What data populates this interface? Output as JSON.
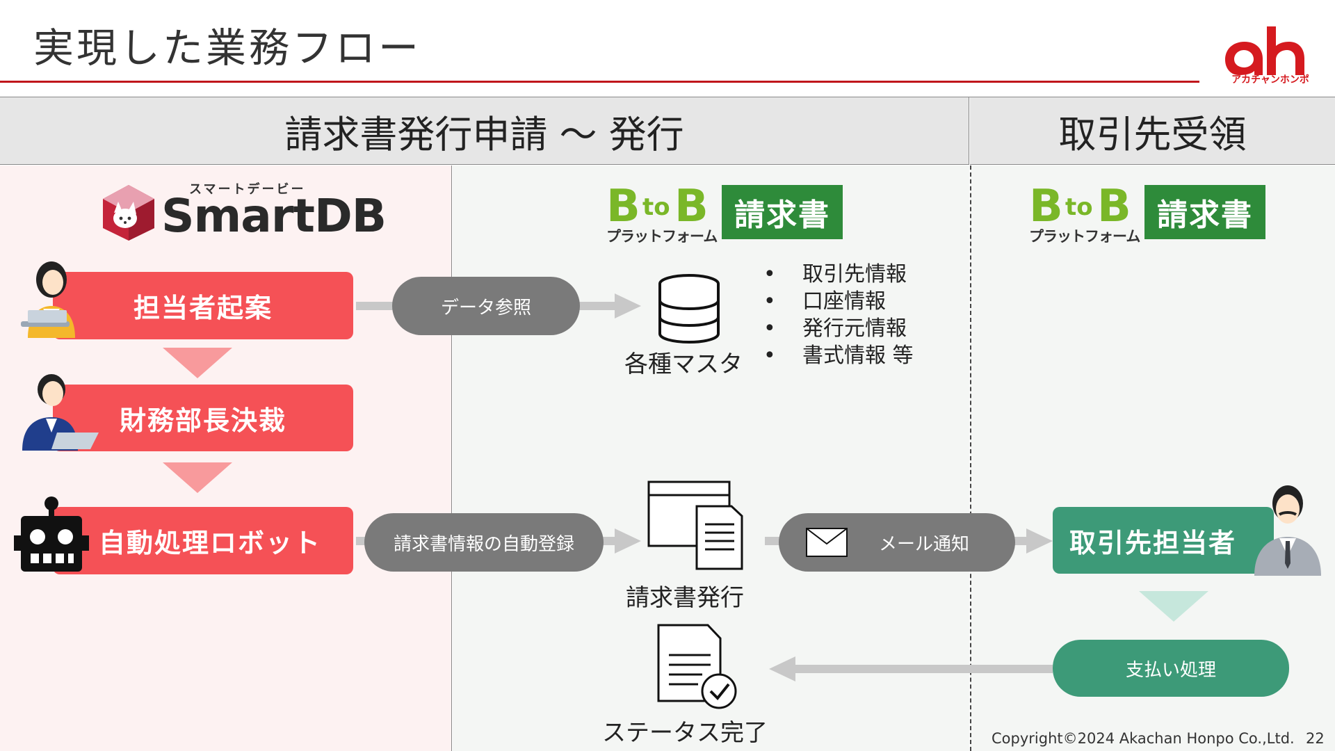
{
  "header": {
    "title": "実現した業務フロー"
  },
  "logo": {
    "tagline": "アカチャンホンポ",
    "brand_color": "#d51a1f"
  },
  "columns": {
    "left_header": "請求書発行申請 ～ 発行",
    "right_header": "取引先受領"
  },
  "smartdb": {
    "ruby": "スマートデービー",
    "name": "SmartDB"
  },
  "btob": {
    "mark": "B",
    "to": "to",
    "sub": "プラットフォーム",
    "badge": "請求書"
  },
  "steps": {
    "proposal": "担当者起案",
    "approval": "財務部長決裁",
    "robot": "自動処理ロボット"
  },
  "flows": {
    "data_ref": "データ参照",
    "auto_register": "請求書情報の自動登録",
    "mail_notice": "メール通知"
  },
  "master": {
    "caption": "各種マスタ",
    "items": [
      "取引先情報",
      "口座情報",
      "発行元情報",
      "書式情報 等"
    ]
  },
  "invoice_issue": {
    "caption": "請求書発行"
  },
  "status_done": {
    "caption": "ステータス完了"
  },
  "partner": {
    "label": "取引先担当者",
    "payment": "支払い処理"
  },
  "footer": {
    "copyright": "Copyright©2024 Akachan Honpo Co.,Ltd.",
    "page": "22"
  },
  "colors": {
    "red": "#f55156",
    "green": "#3d9a78",
    "gray_pill": "#7a7a7a",
    "title_rule": "#c0161b"
  }
}
